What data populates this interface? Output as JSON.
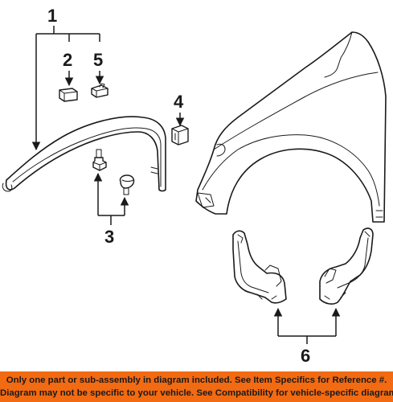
{
  "callouts": {
    "c1": "1",
    "c2": "2",
    "c3": "3",
    "c4": "4",
    "c5": "5",
    "c6": "6"
  },
  "banner": {
    "line1": "Only one part or sub-assembly in diagram included. See Item Specifics for Reference #.",
    "line2": "Diagram may not be specific to your vehicle. See Compatibility for vehicle-specific diagrams.",
    "color": "#f26a12"
  }
}
